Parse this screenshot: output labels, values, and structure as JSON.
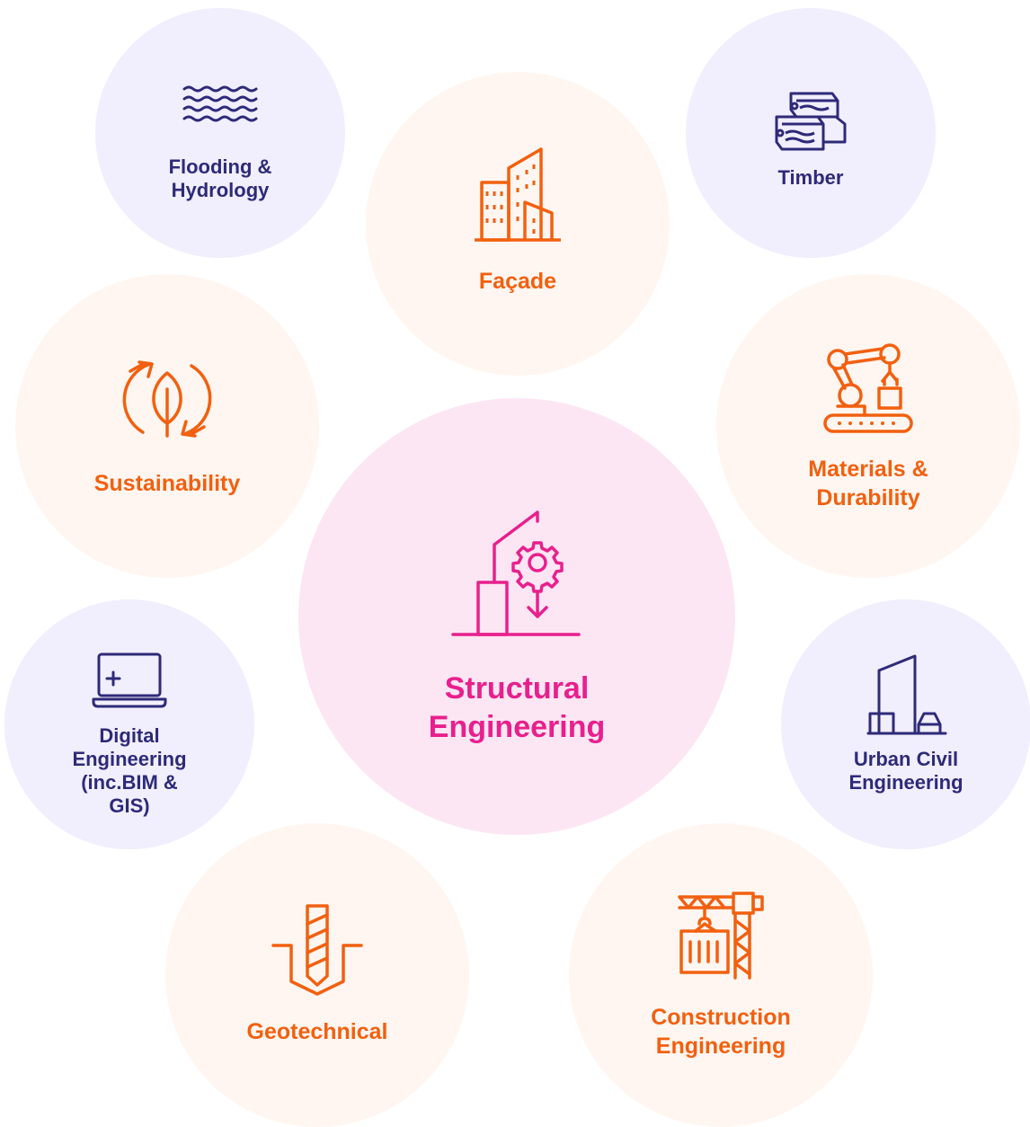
{
  "colors": {
    "purple_text": "#2e2a78",
    "orange_text": "#f2600f",
    "magenta_text": "#e8208d",
    "purple_bg": "#f1eefd",
    "peach_bg": "#fff6f1",
    "pink_bg": "#fde6f3"
  },
  "center": {
    "line1": "Structural",
    "line2": "Engineering",
    "icon": "crane-gear-building-icon"
  },
  "nodes": {
    "flooding": {
      "line1": "Flooding &",
      "line2": "Hydrology",
      "icon": "waves-icon"
    },
    "facade": {
      "line1": "Façade",
      "icon": "buildings-icon"
    },
    "timber": {
      "line1": "Timber",
      "icon": "timber-logs-icon"
    },
    "sustainability": {
      "line1": "Sustainability",
      "icon": "recycle-leaf-icon"
    },
    "materials": {
      "line1": "Materials &",
      "line2": "Durability",
      "icon": "robot-arm-conveyor-icon"
    },
    "digital": {
      "line1": "Digital",
      "line2": "Engineering",
      "line3": "(inc.BIM &",
      "line4": "GIS)",
      "icon": "laptop-icon"
    },
    "urban": {
      "line1": "Urban Civil",
      "line2": "Engineering",
      "icon": "tower-car-icon"
    },
    "geotechnical": {
      "line1": "Geotechnical",
      "icon": "pile-drill-icon"
    },
    "construction": {
      "line1": "Construction",
      "line2": "Engineering",
      "icon": "tower-crane-container-icon"
    }
  }
}
